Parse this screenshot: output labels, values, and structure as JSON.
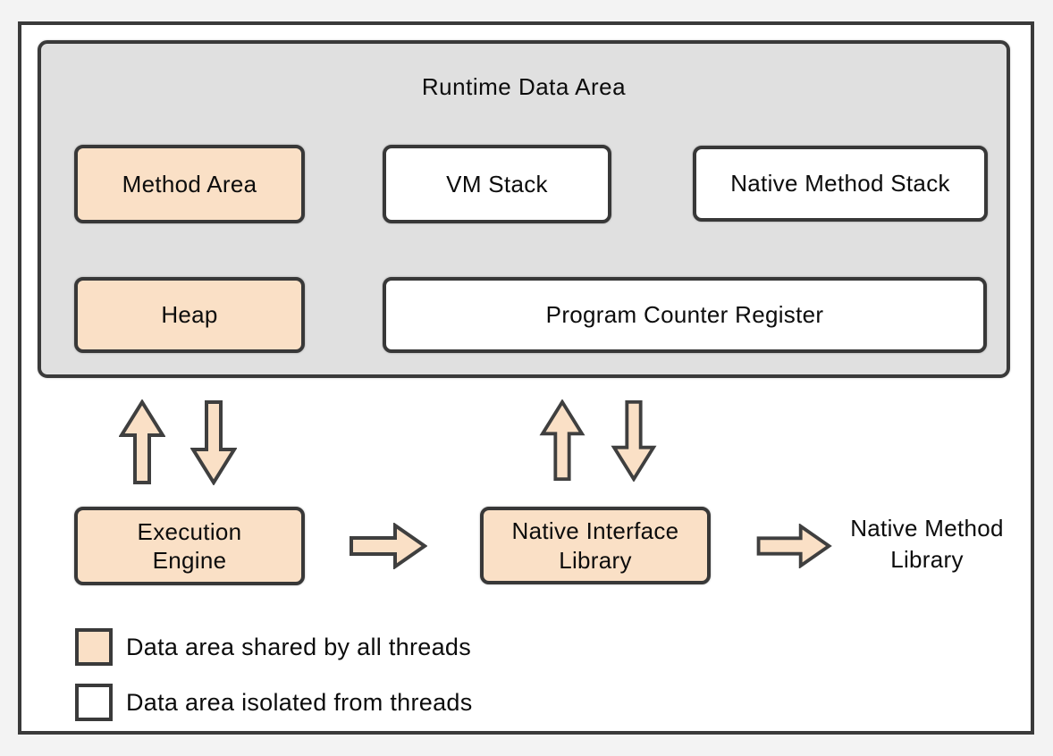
{
  "diagram": {
    "title": "Runtime Data Area",
    "nodes": {
      "method_area": {
        "label": "Method Area",
        "type": "shared"
      },
      "vm_stack": {
        "label": "VM Stack",
        "type": "isolated"
      },
      "native_method_stack": {
        "label": "Native Method Stack",
        "type": "isolated"
      },
      "heap": {
        "label": "Heap",
        "type": "shared"
      },
      "program_counter_register": {
        "label": "Program Counter Register",
        "type": "isolated"
      },
      "execution_engine": {
        "lines": [
          "Execution",
          "Engine"
        ],
        "type": "shared"
      },
      "native_interface_library": {
        "lines": [
          "Native Interface",
          "Library"
        ],
        "type": "shared"
      },
      "native_method_library": {
        "lines": [
          "Native Method",
          "Library"
        ],
        "type": "text-only"
      }
    },
    "arrows": [
      {
        "name": "runtime-exec-up",
        "direction": "up"
      },
      {
        "name": "runtime-exec-down",
        "direction": "down"
      },
      {
        "name": "runtime-nil-up",
        "direction": "up"
      },
      {
        "name": "runtime-nil-down",
        "direction": "down"
      },
      {
        "name": "exec-to-nil",
        "direction": "right"
      },
      {
        "name": "nil-to-nml",
        "direction": "right"
      }
    ],
    "legend": [
      {
        "swatch": "shared",
        "label": "Data area shared by all threads"
      },
      {
        "swatch": "isolated",
        "label": "Data area isolated from threads"
      }
    ],
    "colors": {
      "shared_fill": "#fae0c6",
      "isolated_fill": "#ffffff",
      "runtime_background": "#e0e0e0",
      "border": "#3a3a3a",
      "page_background": "#f3f3f3"
    }
  }
}
